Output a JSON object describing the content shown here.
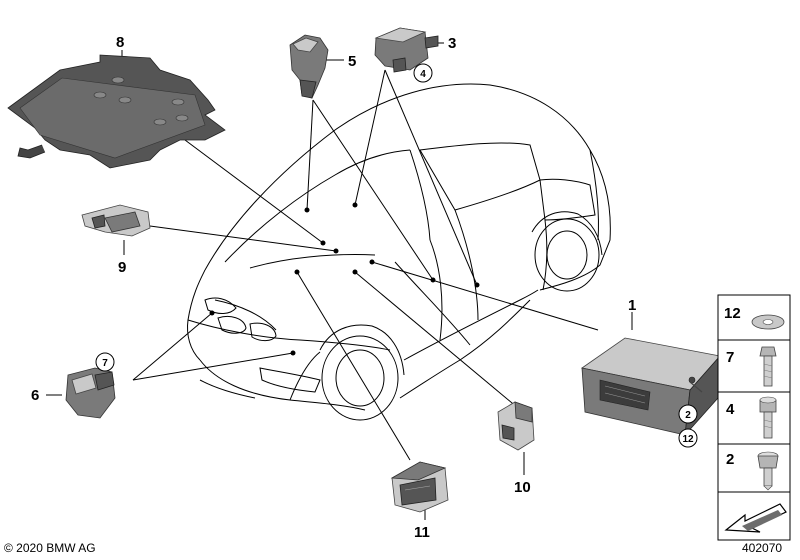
{
  "callouts": {
    "c1": "1",
    "c2": "2",
    "c3": "3",
    "c4": "4",
    "c5": "5",
    "c6": "6",
    "c7": "7",
    "c8": "8",
    "c9": "9",
    "c10": "10",
    "c11": "11",
    "c12": "12"
  },
  "circled_refs": {
    "near_3": "4",
    "near_6": "7",
    "near_1_top": "2",
    "near_1_bottom": "12"
  },
  "hardware_panel": {
    "items": [
      {
        "label": "12",
        "icon": "washer-icon"
      },
      {
        "label": "7",
        "icon": "bolt-icon"
      },
      {
        "label": "4",
        "icon": "bolt-icon"
      },
      {
        "label": "2",
        "icon": "screw-icon"
      }
    ],
    "footer_icon": "arrow-icon"
  },
  "copyright": "© 2020 BMW AG",
  "diagram_number": "402070"
}
